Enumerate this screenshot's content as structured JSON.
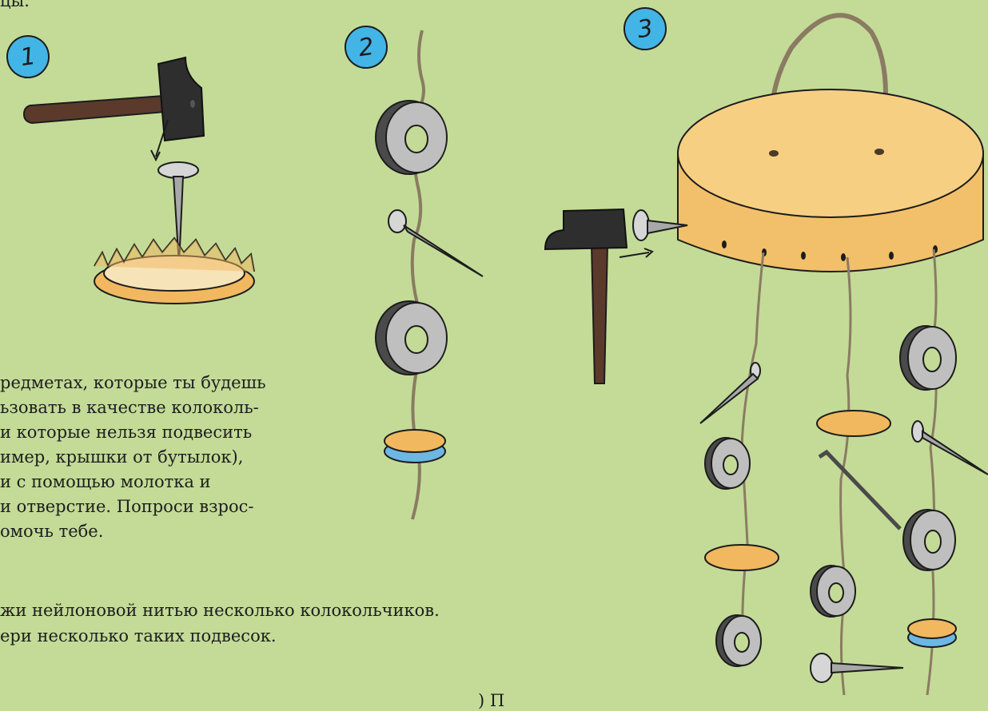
{
  "steps": {
    "one": "1",
    "two": "2",
    "three": "3"
  },
  "text": {
    "top_fragment": "цы.",
    "paragraph_1": [
      "редметах, которые ты будешь",
      "ьзовать в качестве колоколь-",
      "и которые нельзя подвесить",
      "имер, крышки от бутылок),",
      "и с помощью молотка и",
      "и отверстие. Попроси взрос-",
      "омочь тебе."
    ],
    "paragraph_2": [
      "жи нейлоновой нитью несколько колокольчиков.",
      "ери несколько таких подвесок."
    ],
    "bottom_fragment": ") П"
  },
  "icons": {
    "hammer": "hammer-icon",
    "nail": "nail-icon",
    "bottle_cap": "bottle-cap-icon",
    "washer": "washer-icon",
    "drum": "drum-icon"
  },
  "colors": {
    "background": "#c3db97",
    "badge": "#43b4e6",
    "cap": "#f1b85f",
    "washer": "#bfbfbf",
    "drum": "#f2c06a",
    "string": "#8b7b63"
  }
}
